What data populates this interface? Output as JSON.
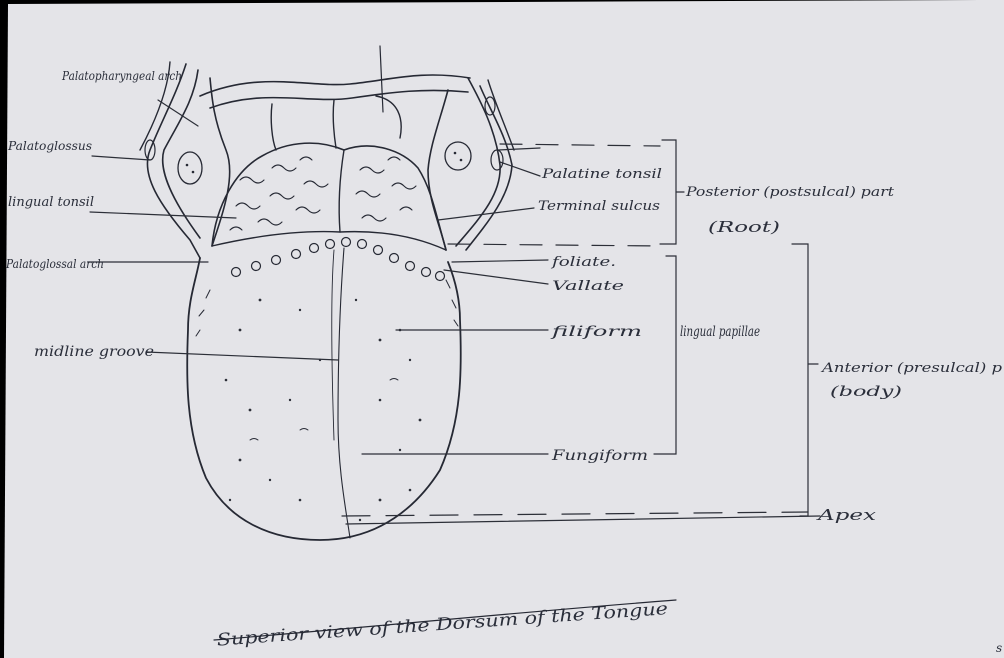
{
  "page": {
    "paper_color": "#e4e4e8",
    "ink_color": "#2a2e3a",
    "background_color": "#000000"
  },
  "labels": {
    "palatopharyngeal_arch": "Palatopharyngeal arch",
    "palatoglossus": "Palatoglossus",
    "lingual_tonsil": "lingual tonsil",
    "palatoglossal_arch": "Palatoglossal arch",
    "midline_groove": "midline groove",
    "palatine_tonsil": "Palatine tonsil",
    "terminal_sulcus": "Terminal sulcus",
    "posterior_part": "Posterior (postsulcal) part",
    "root": "(Root)",
    "foliate": "foliate.",
    "vallate": "Vallate",
    "filiform": "filiform",
    "lingual_papillae": "lingual papillae",
    "anterior_part": "Anterior (presulcal) p",
    "body": "(body)",
    "fungiform": "Fungiform",
    "apex": "Apex",
    "caption": "Superior view of the Dorsum of the Tongue",
    "edge_letter": "s"
  }
}
